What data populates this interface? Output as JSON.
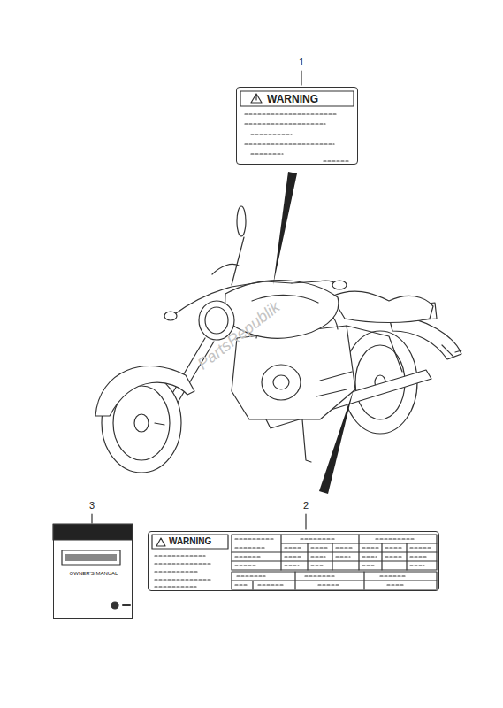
{
  "diagram": {
    "nodes": [
      {
        "text": [
          "WARNING"
        ]
      },
      {
        "text": [
          "WARNING"
        ]
      },
      {
        "text": [
          "OWNER'S MANUAL"
        ]
      }
    ],
    "labels": [
      "1",
      "2",
      "3",
      "PartsRepublik"
    ]
  }
}
